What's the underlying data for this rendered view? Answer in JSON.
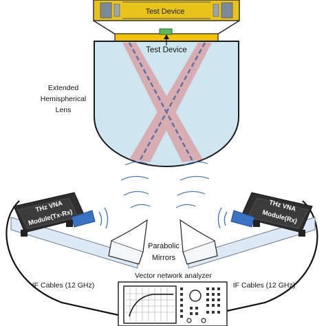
{
  "labels": {
    "test_device_top": "Test Device",
    "test_device_lens": "Test Device",
    "lens_line1": "Extended",
    "lens_line2": "Hemispherical",
    "lens_line3": "Lens",
    "mirrors_line1": "Parabolic",
    "mirrors_line2": "Mirrors",
    "if_cables_left": "IF Cables (12 GHz)",
    "if_cables_right": "IF Cables (12 GHz)",
    "vna": "Vector network analyzer",
    "module_tx_line1": "THz VNA",
    "module_tx_line2": "Module(Tx-Rx)",
    "module_rx_line1": "THz VNA",
    "module_rx_line2": "Module(Rx)"
  },
  "colors": {
    "lens_fill": "#cde6ef",
    "beam": "#e07f7f",
    "device_gold": "#f2c200",
    "chip_green": "#5cb85c",
    "module_body": "#3b3b3b",
    "horn_blue": "#3a73c4",
    "rail": "#dde9f6",
    "waves": "#3d6fb5"
  }
}
